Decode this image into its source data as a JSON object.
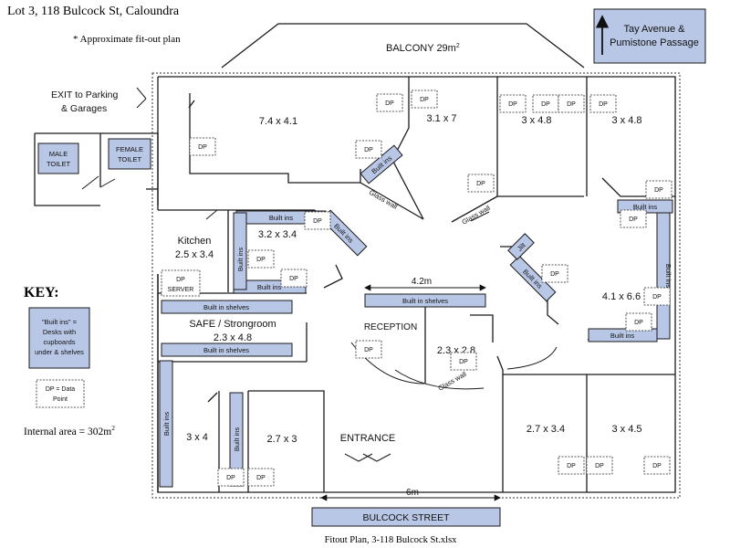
{
  "header": {
    "title": "Lot 3, 118 Bulcock St, Caloundra",
    "note": "* Approximate fit-out plan"
  },
  "north_box": {
    "line1": "Tay Avenue &",
    "line2": "Pumistone Passage"
  },
  "balcony": {
    "label": "BALCONY",
    "area": "29m",
    "sup": "2"
  },
  "exit": {
    "line1": "EXIT to Parking",
    "line2": "& Garages"
  },
  "toilets": {
    "male": [
      "MALE",
      "TOILET"
    ],
    "female": [
      "FEMALE",
      "TOILET"
    ]
  },
  "key": {
    "title": "KEY:",
    "builtins": [
      "\"Built ins\" =",
      "Desks with",
      "cupboards",
      "under & shelves"
    ],
    "dp": [
      "DP = Data",
      "Point"
    ]
  },
  "internal_area": {
    "text": "Internal area = 302m",
    "sup": "2"
  },
  "rooms": {
    "r1": "7.4 x 4.1",
    "r2": "3.1 x 7",
    "r3": "3 x 4.8",
    "r4": "3 x 4.8",
    "kitchen_name": "Kitchen",
    "kitchen_size": "2.5 x 3.4",
    "r5": "3.2 x 3.4",
    "safe_name": "SAFE / Strongroom",
    "safe_size": "2.3 x 4.8",
    "reception": "RECEPTION",
    "reception_size": "2.3 x 2.8",
    "r6": "4.1 x 6.6",
    "r7": "3 x 4",
    "r8": "2.7 x 3",
    "r9": "2.7 x 3.4",
    "r10": "3 x 4.5"
  },
  "labels": {
    "dp": "DP",
    "built_ins": "Built ins",
    "built_in_shelves": "Built in shelves",
    "glass_wall": "Glass wall",
    "jilt": "Jilt",
    "dp_server": [
      "DP",
      "SERVER"
    ],
    "dim_4_2": "4.2m",
    "dim_6": "6m",
    "entrance": "ENTRANCE"
  },
  "street": "BULCOCK STREET",
  "footer": "Fitout Plan, 3-118 Bulcock St.xlsx",
  "colors": {
    "builtin_fill": "#b9c7e6",
    "line": "#1a1a1a"
  }
}
